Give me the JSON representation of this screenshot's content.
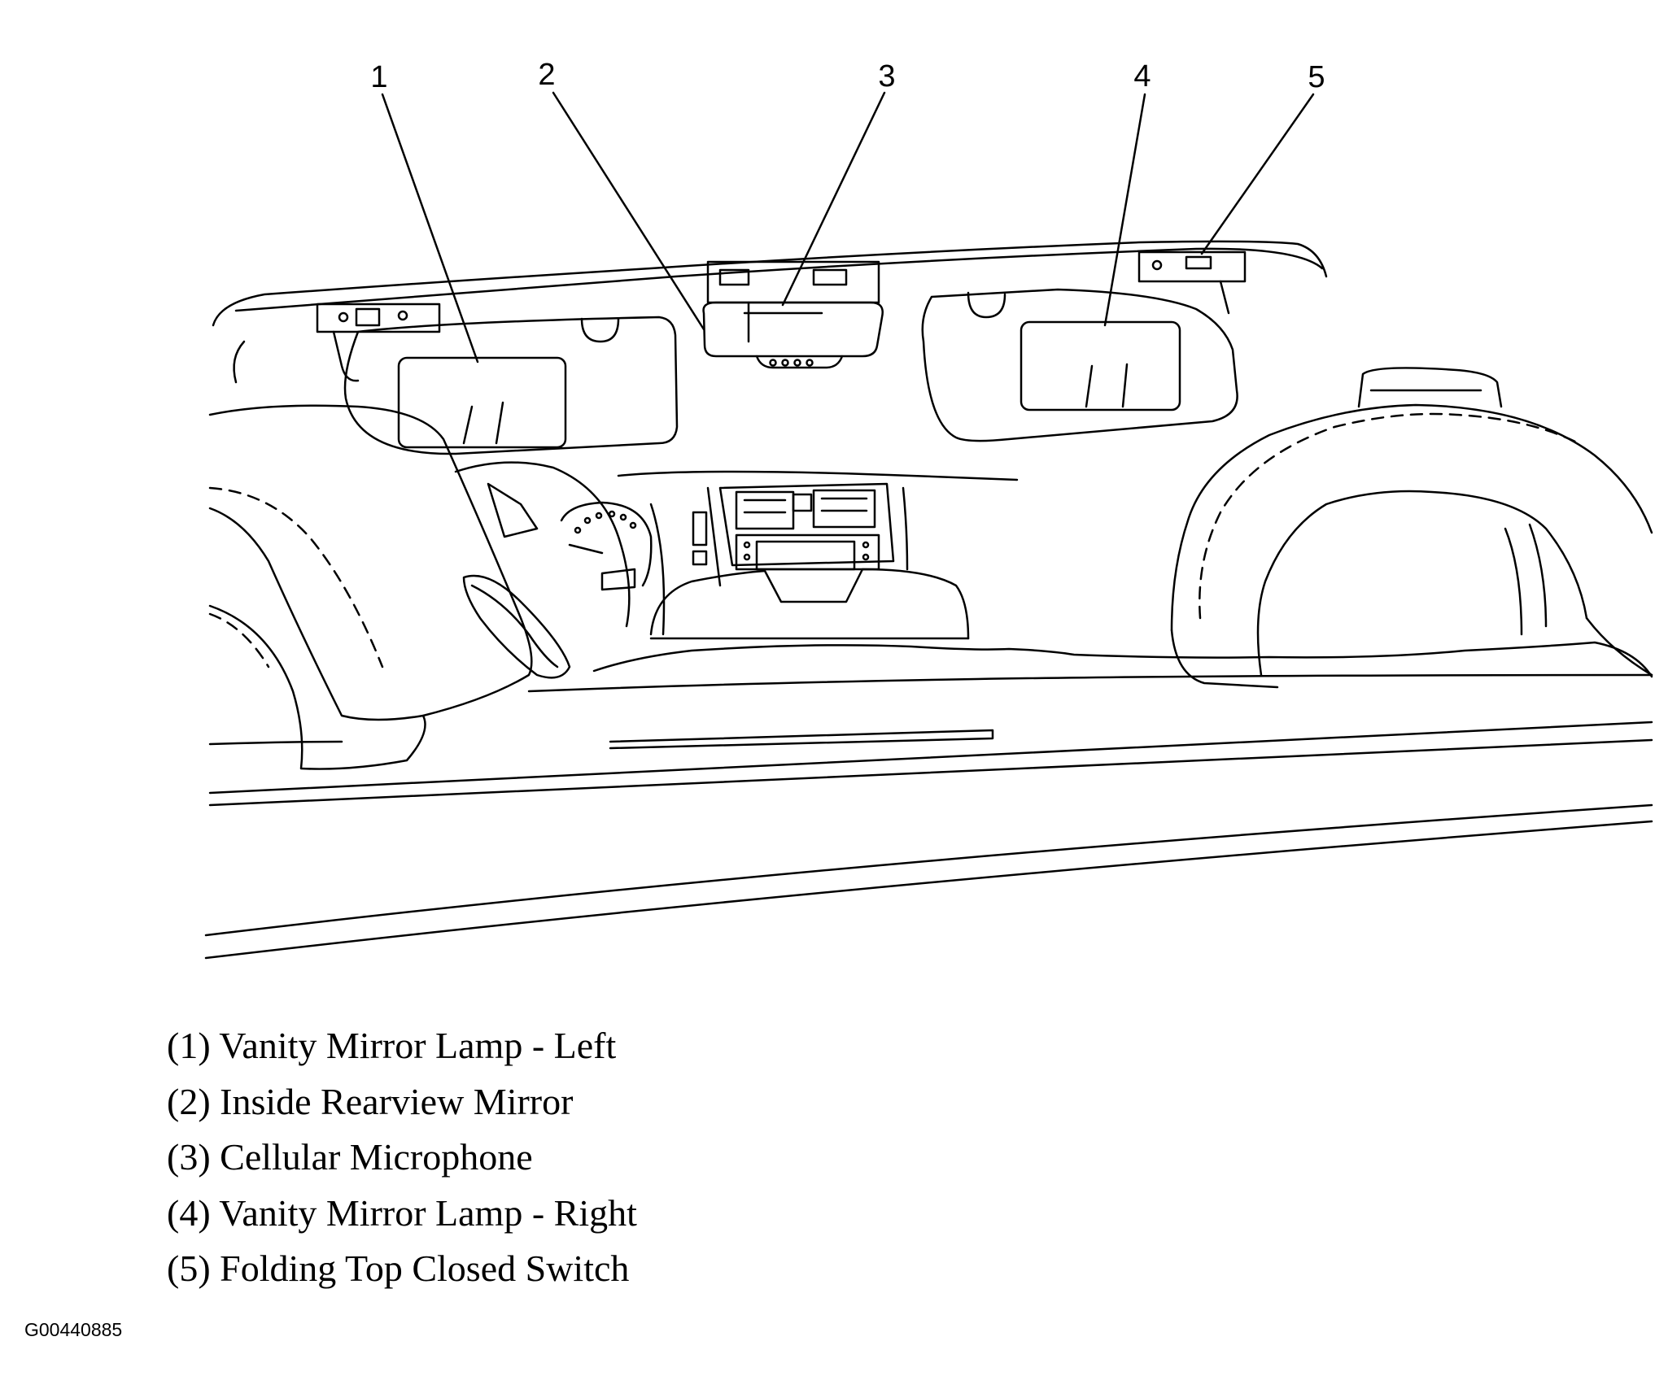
{
  "callouts": [
    "1",
    "2",
    "3",
    "4",
    "5"
  ],
  "legend": [
    "(1) Vanity Mirror Lamp - Left",
    "(2) Inside Rearview Mirror",
    "(3) Cellular Microphone",
    "(4) Vanity Mirror Lamp - Right",
    "(5) Folding Top Closed Switch"
  ],
  "figure_id": "G00440885",
  "colors": {
    "ink": "#000000",
    "paper": "#ffffff"
  }
}
